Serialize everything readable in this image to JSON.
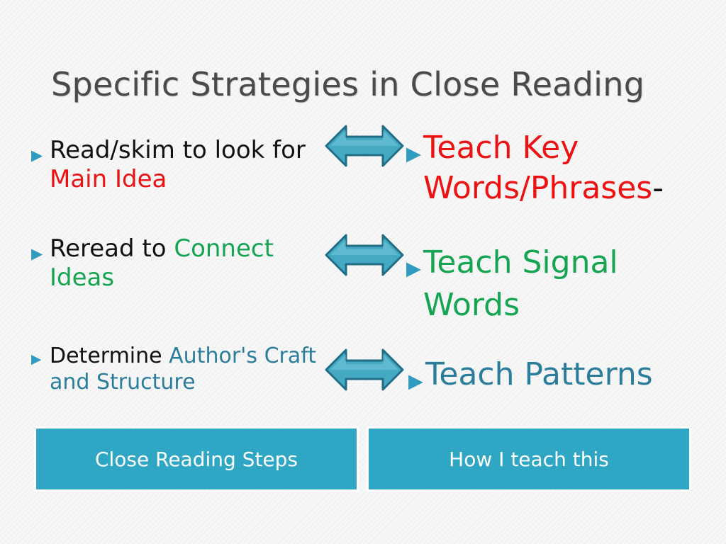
{
  "title": "Specific Strategies in Close Reading",
  "left_bullets": [
    {
      "pre": "Read/skim to look for ",
      "highlight": "Main Idea"
    },
    {
      "pre": "Reread to ",
      "highlight": "Connect Ideas"
    },
    {
      "pre": " Determine ",
      "highlight": "Author's Craft and Structure"
    }
  ],
  "right_bullets": [
    {
      "text": " Teach Key Words/Phrases",
      "suffix": "-"
    },
    {
      "text": "Teach Signal Words"
    },
    {
      "text": "Teach Patterns"
    }
  ],
  "labels": {
    "left": "Close Reading Steps",
    "right": "How I teach this"
  },
  "colors": {
    "red": "#ee1111",
    "green": "#15a552",
    "teal": "#2b7d9c",
    "arrow_fill": "#46a9c4",
    "box_fill": "#2fa6c3"
  },
  "icons": {
    "bullet": "triangle-right-icon",
    "connector": "double-arrow-icon"
  }
}
